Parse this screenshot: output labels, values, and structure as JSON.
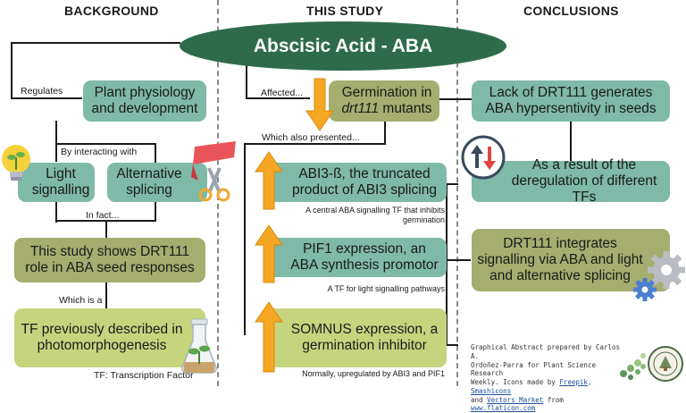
{
  "headers": {
    "background": "BACKGROUND",
    "this_study": "THIS STUDY",
    "conclusions": "CONCLUSIONS"
  },
  "title": "Abscisic Acid - ABA",
  "background": {
    "regulates": "Regulates",
    "plant_physiology": "Plant physiology and development",
    "by_interacting": "By interacting with",
    "light_signalling": "Light signalling",
    "alternative_splicing": "Alternative splicing",
    "in_fact": "In fact...",
    "study_shows": "This study shows DRT111 role in ABA seed responses",
    "which_is_a": "Which is a",
    "tf_previously": "TF previously described in photomorphogenesis",
    "tf_abbrev": "TF: Transcription Factor"
  },
  "this_study": {
    "affected": "Affected...",
    "germination_1": "Germination in",
    "germination_2": "drt111",
    "germination_3": "mutants",
    "also_presented": "Which also presented...",
    "abi3": "ABI3-ß, the truncated product of ABI3 splicing",
    "abi3_note": "A central ABA signalling TF that inhibits germination",
    "pif1": "PIF1 expression, an ABA synthesis promotor",
    "pif1_note": "A TF for light signalling pathways",
    "somnus": "SOMNUS expression, a germination inhibitor",
    "somnus_note": "Normally, upregulated by ABI3 and PIF1"
  },
  "conclusions": {
    "lack_drt111": "Lack of DRT111 generates ABA hypersentivity in seeds",
    "result_of": "As a result of the deregulation of different TFs",
    "integrates": "DRT111 integrates signalling via ABA and light and alternative splicing"
  },
  "credit": {
    "line1": "Graphical Abstract prepared by Carlos A.",
    "line2": "Ordoñez-Parra for Plant Science Research",
    "line3_a": "Weekly. Icons made by ",
    "freepik": "Freepik",
    "line3_b": ", ",
    "smashicons": "Smashicons",
    "line4_a": "and ",
    "vectors_market": "Vectors Market",
    "line4_b": " from ",
    "flaticon": "www.flaticon.com"
  },
  "colors": {
    "teal": "#7fb9a8",
    "olive": "#a5ad6f",
    "lime": "#c6d47e",
    "ellipse": "#2e6b4c",
    "arrow": "#f5a623"
  },
  "icons": [
    "lightbulb-plant-icon",
    "scissors-ribbon-icon",
    "up-down-arrows-icon",
    "gears-icon",
    "flask-seedling-icon",
    "logo-seal"
  ]
}
